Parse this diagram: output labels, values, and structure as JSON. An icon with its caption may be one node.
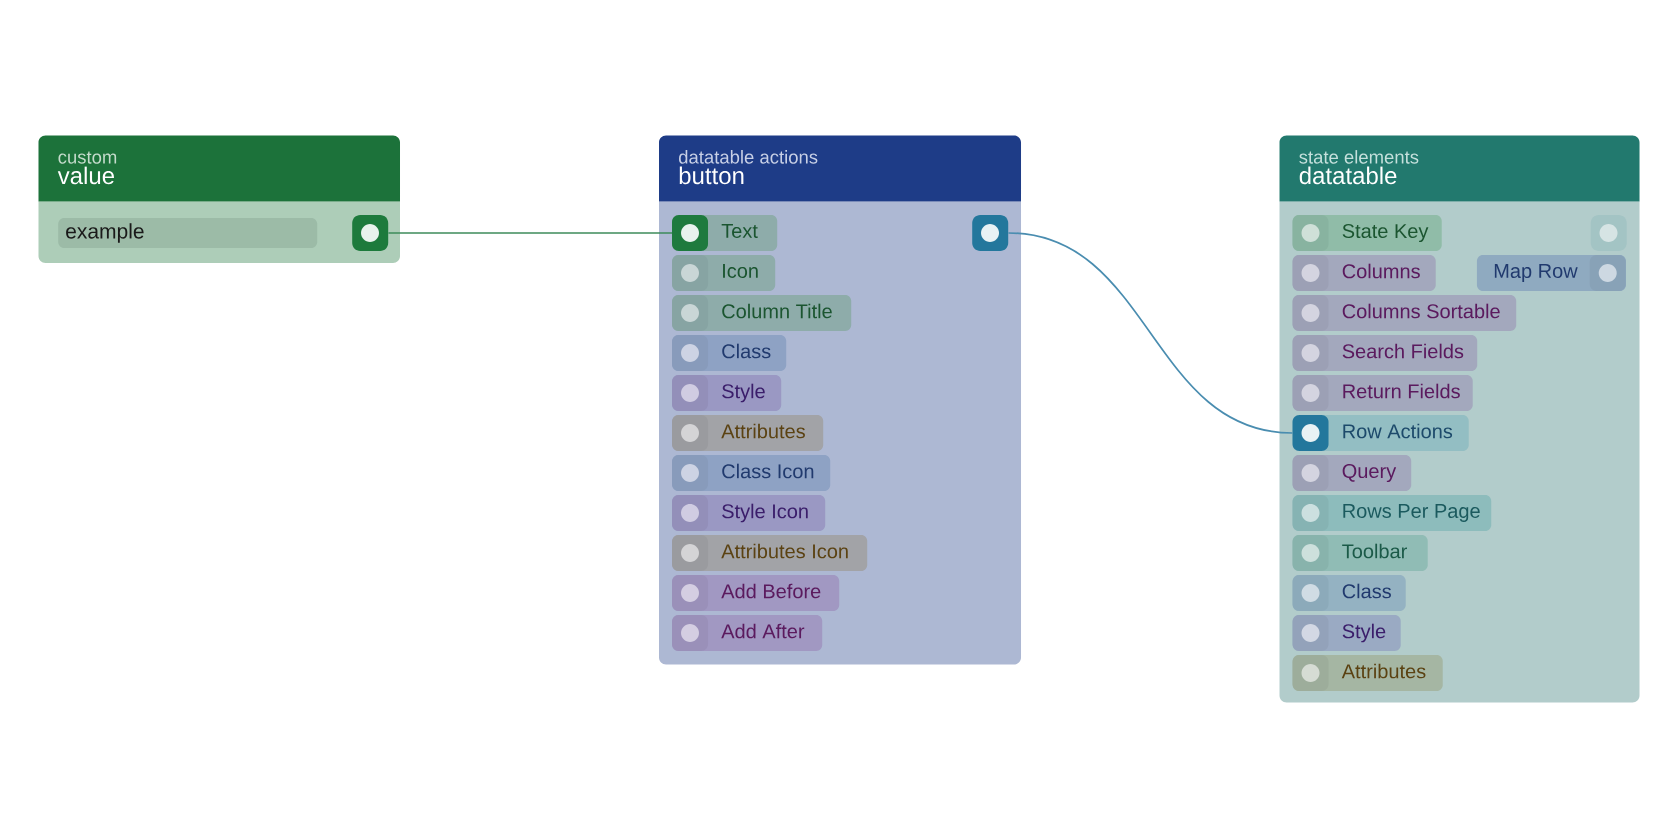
{
  "diagram": {
    "nodes": [
      {
        "text": [
          "custom",
          "value"
        ]
      },
      {
        "text": [
          "example"
        ],
        "in": 0
      },
      {
        "text": [],
        "shape": "box",
        "in": 0
      },
      {
        "text": [
          "datatable actions",
          "button"
        ]
      },
      {
        "text": [
          "Text"
        ],
        "in": 3
      },
      {
        "text": [],
        "shape": "box",
        "in": 3
      },
      {
        "text": [
          "Icon"
        ],
        "in": 3
      },
      {
        "text": [
          "Column Title"
        ],
        "in": 3
      },
      {
        "text": [
          "Class"
        ],
        "in": 3
      },
      {
        "text": [
          "Style"
        ],
        "in": 3
      },
      {
        "text": [
          "Attributes"
        ],
        "in": 3
      },
      {
        "text": [
          "Class Icon"
        ],
        "in": 3
      },
      {
        "text": [
          "Style Icon"
        ],
        "in": 3
      },
      {
        "text": [
          "Attributes Icon"
        ],
        "in": 3
      },
      {
        "text": [
          "Add Before"
        ],
        "in": 3
      },
      {
        "text": [
          "Add After"
        ],
        "in": 3
      },
      {
        "text": [
          "state elements",
          "datatable"
        ]
      },
      {
        "text": [
          "State Key"
        ],
        "in": 16
      },
      {
        "text": [],
        "shape": "box",
        "in": 16
      },
      {
        "text": [
          "Columns"
        ],
        "in": 16
      },
      {
        "text": [
          "Map Row"
        ],
        "in": 16
      },
      {
        "text": [
          "Columns Sortable"
        ],
        "in": 16
      },
      {
        "text": [
          "Search Fields"
        ],
        "in": 16
      },
      {
        "text": [
          "Return Fields"
        ],
        "in": 16
      },
      {
        "text": [
          "Row Actions"
        ],
        "in": 16
      },
      {
        "text": [
          "Query"
        ],
        "in": 16
      },
      {
        "text": [
          "Rows Per Page"
        ],
        "in": 16
      },
      {
        "text": [
          "Toolbar"
        ],
        "in": 16
      },
      {
        "text": [
          "Class"
        ],
        "in": 16
      },
      {
        "text": [
          "Style"
        ],
        "in": 16
      },
      {
        "text": [
          "Attributes"
        ],
        "in": 16
      }
    ],
    "edges": [
      {
        "from": 2,
        "to": 4,
        "arrow": "none",
        "color": "#3d8b5a"
      },
      {
        "from": 5,
        "to": 24,
        "arrow": "none",
        "color": "#4a8db0"
      }
    ]
  }
}
